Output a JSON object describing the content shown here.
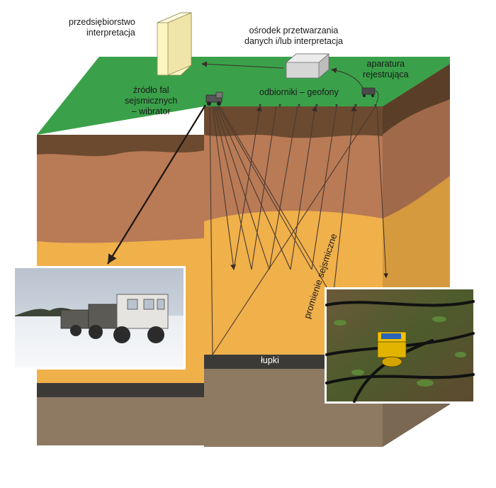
{
  "labels": {
    "company": [
      "przedsiębiorstwo",
      "interpretacja"
    ],
    "processing_center": [
      "ośrodek przetwarzania",
      "danych i/lub interpretacja"
    ],
    "recorder": [
      "aparatura",
      "rejestrująca"
    ],
    "source": [
      "źródło fal",
      "sejsmicznych",
      "– wibrator"
    ],
    "receivers": "odbiorniki – geofony",
    "rays": "promienie sejsmiczne",
    "shale": "łupki"
  },
  "colors": {
    "surface": "#3aa14a",
    "soil_dark": "#6b4a2f",
    "soil": "#b97a56",
    "sand": "#f0b04a",
    "shale": "#3c3a37",
    "bedrock": "#8e7a63",
    "building": "#fdf6c0",
    "processing_box": "#d6d6d6",
    "ray_line": "#4a3a30"
  },
  "photos": [
    {
      "name": "vibrator-truck-photo",
      "subject": "vibroseis trucks on snow"
    },
    {
      "name": "geophone-photo",
      "subject": "geophone in grass with cables"
    }
  ]
}
